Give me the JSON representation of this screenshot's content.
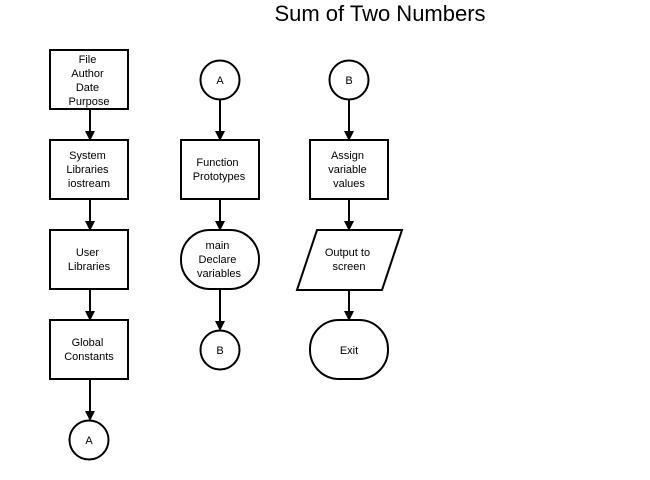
{
  "title": "Sum of Two Numbers",
  "nodes": {
    "header_comment": {
      "lines": [
        "File",
        "Author",
        "Date",
        "Purpose"
      ]
    },
    "system_libraries": {
      "lines": [
        "System",
        "Libraries",
        "iostream"
      ]
    },
    "user_libraries": {
      "lines": [
        "User",
        "Libraries"
      ]
    },
    "global_constants": {
      "lines": [
        "Global",
        "Constants"
      ]
    },
    "connector_a_out": {
      "label": "A"
    },
    "connector_a_in": {
      "label": "A"
    },
    "function_prototypes": {
      "lines": [
        "Function",
        "Prototypes"
      ]
    },
    "main_declare": {
      "lines": [
        "main",
        "Declare",
        "variables"
      ]
    },
    "connector_b_out": {
      "label": "B"
    },
    "connector_b_in": {
      "label": "B"
    },
    "assign_values": {
      "lines": [
        "Assign",
        "variable",
        "values"
      ]
    },
    "output_screen": {
      "lines": [
        "Output to",
        "screen"
      ]
    },
    "exit": {
      "label": "Exit"
    }
  },
  "colors": {
    "stroke": "#000000",
    "fill": "#ffffff",
    "text": "#000000"
  }
}
